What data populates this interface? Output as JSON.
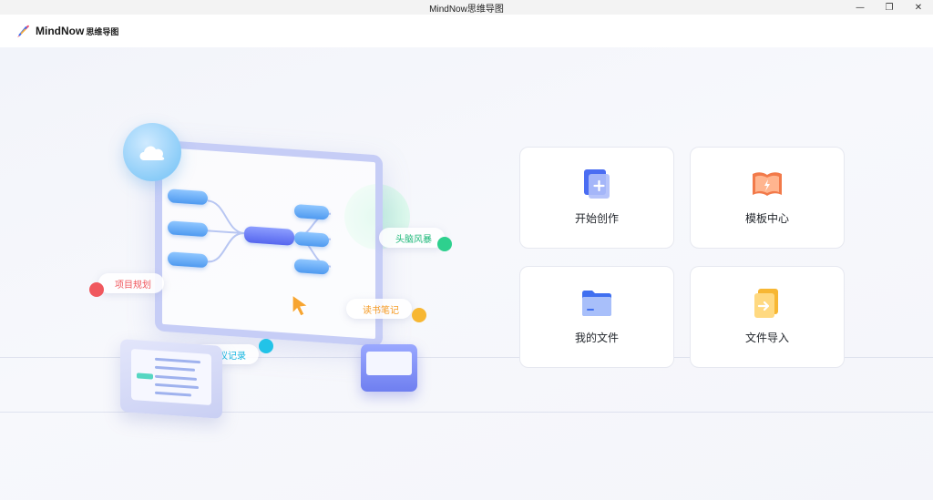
{
  "window": {
    "title": "MindNow思维导图",
    "minimize_glyph": "—",
    "restore_glyph": "❐",
    "close_glyph": "✕"
  },
  "header": {
    "logo_icon": "feather-pen-icon",
    "brand_name": "MindNow",
    "brand_cn": "思维导图"
  },
  "illustration": {
    "tags": {
      "project": "项目规划",
      "brainstorm": "头脑风暴",
      "reading": "读书笔记",
      "meeting": "会议记录"
    },
    "colors": {
      "project": "#f0585e",
      "brainstorm": "#1fb87a",
      "reading": "#f59a23",
      "meeting": "#16b7e0"
    }
  },
  "actions": [
    {
      "label": "开始创作",
      "icon": "new-document-icon"
    },
    {
      "label": "模板中心",
      "icon": "template-book-icon"
    },
    {
      "label": "我的文件",
      "icon": "folder-icon"
    },
    {
      "label": "文件导入",
      "icon": "import-file-icon"
    }
  ],
  "colors": {
    "accent_blue": "#4b6cf0",
    "accent_orange": "#f27a4a",
    "accent_yellow": "#f7b733",
    "card_border": "#e6e8f0"
  }
}
